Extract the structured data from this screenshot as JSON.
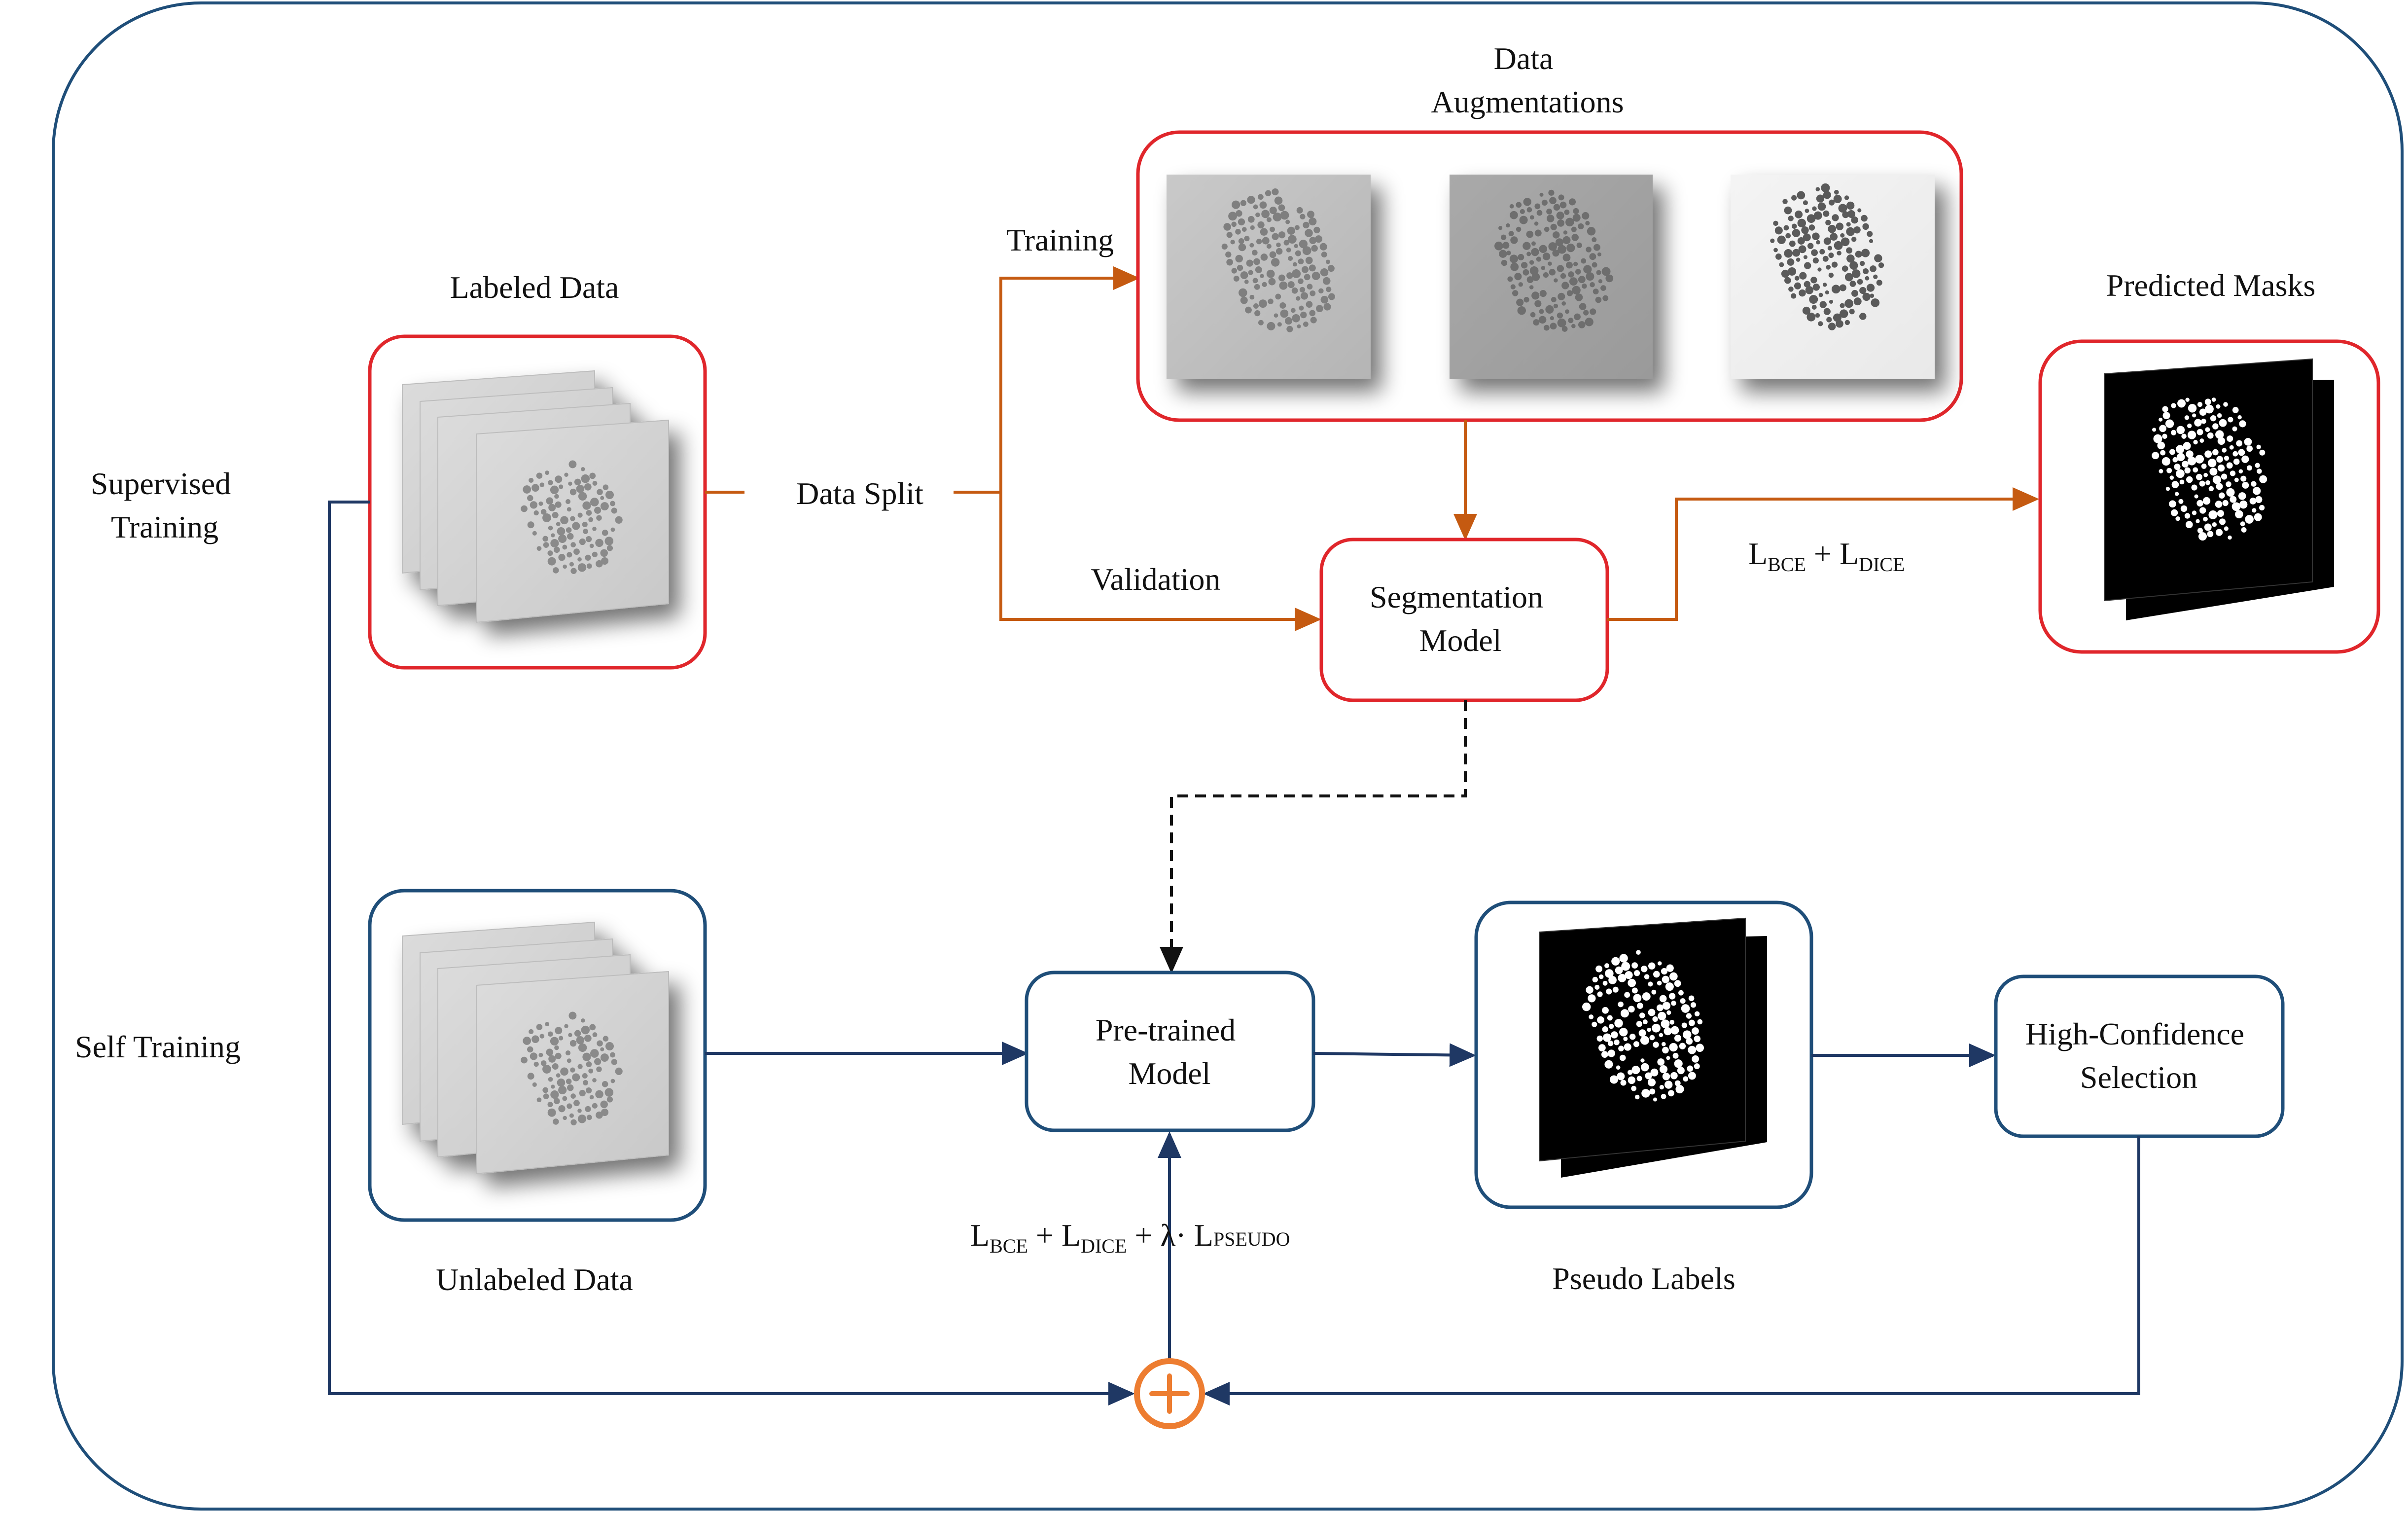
{
  "colors": {
    "frame": "#1f4e79",
    "red": "#e0262b",
    "orange_arrow": "#c55a11",
    "blue_arrow": "#1f3864",
    "plus": "#ed7d31"
  },
  "labels": {
    "supervised_training": [
      "Supervised",
      "Training"
    ],
    "self_training": "Self Training",
    "labeled_data": "Labeled Data",
    "unlabeled_data": "Unlabeled Data",
    "data_augmentations": [
      "Data",
      "Augmentations"
    ],
    "training": "Training",
    "validation": "Validation",
    "data_split": "Data Split",
    "segmentation_model": [
      "Segmentation",
      "Model"
    ],
    "predicted_masks": "Predicted Masks",
    "pretrained_model": [
      "Pre-trained",
      "Model"
    ],
    "pseudo_labels": "Pseudo Labels",
    "high_confidence": [
      "High-Confidence",
      "Selection"
    ]
  },
  "loss_supervised": {
    "l1": "L",
    "s1": "BCE",
    "plus": " + ",
    "l2": "L",
    "s2": "DICE"
  },
  "loss_selftraining": {
    "l1": "L",
    "s1": "BCE",
    "plus1": " + ",
    "l2": "L",
    "s2": "DICE",
    "plus2": " + λ· ",
    "l3": "L",
    "s3": "PSEUDO"
  },
  "icons": {
    "combine": "plus-circle-icon",
    "stack": "image-stack-icon",
    "mask": "binary-mask-icon"
  }
}
